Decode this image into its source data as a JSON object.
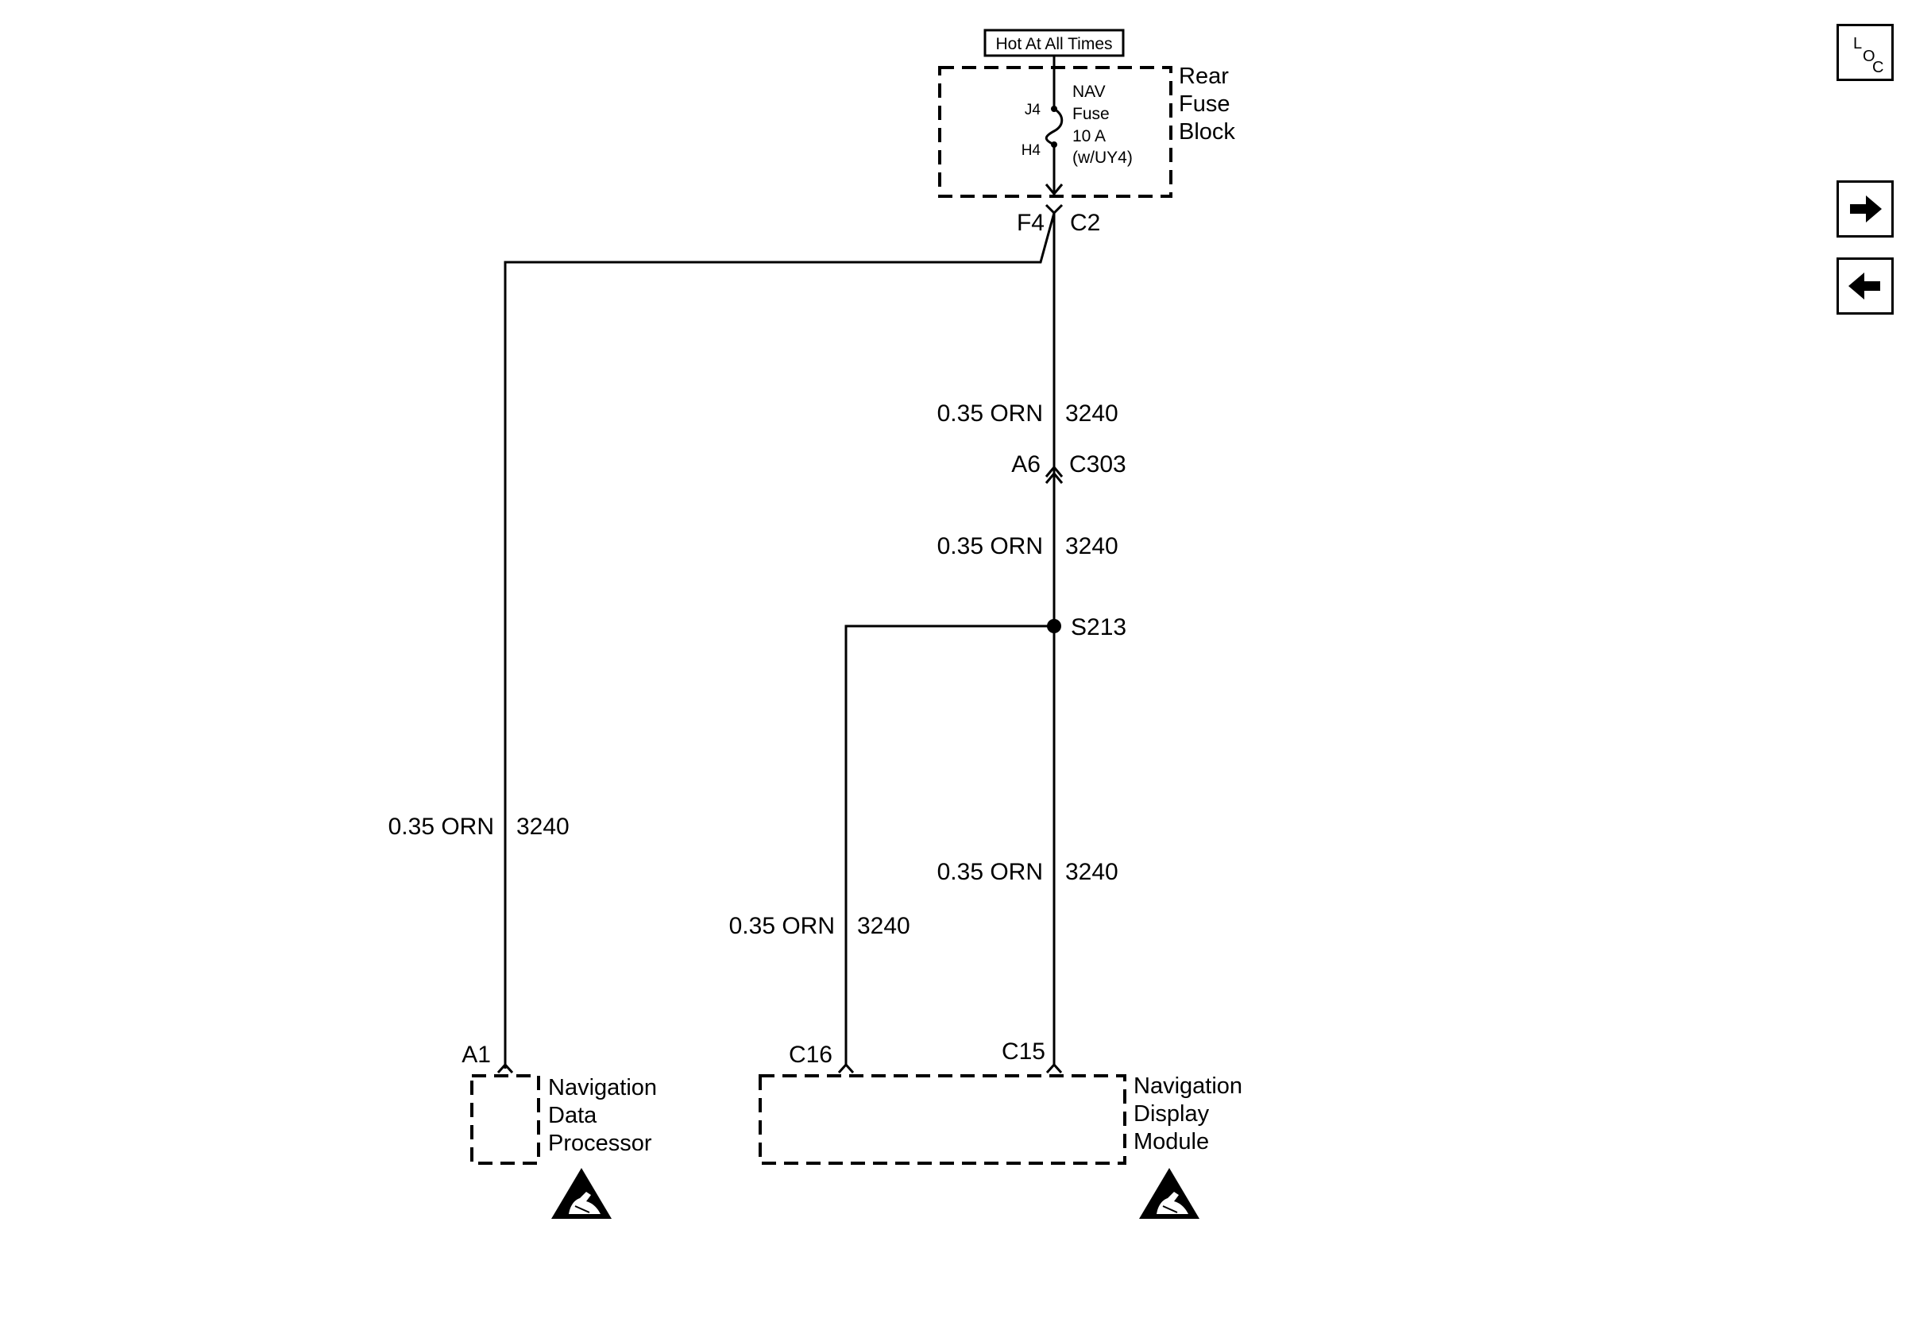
{
  "fuse_block": {
    "hot_label": "Hot At All Times",
    "name": [
      "Rear",
      "Fuse",
      "Block"
    ],
    "fuse_text": [
      "NAV",
      "Fuse",
      "10 A",
      "(w/UY4)"
    ],
    "pin_top": "J4",
    "pin_bottom": "H4"
  },
  "connectors": {
    "c2_left": "F4",
    "c2_right": "C2",
    "c303_left": "A6",
    "c303_right": "C303",
    "splice": "S213",
    "ndp_pin": "A1",
    "ndm_pin_left": "C16",
    "ndm_pin_right": "C15"
  },
  "wires": [
    {
      "id": "upper",
      "gauge_color": "0.35 ORN",
      "circuit": "3240"
    },
    {
      "id": "mid",
      "gauge_color": "0.35 ORN",
      "circuit": "3240"
    },
    {
      "id": "ndp",
      "gauge_color": "0.35 ORN",
      "circuit": "3240"
    },
    {
      "id": "ndm-right",
      "gauge_color": "0.35 ORN",
      "circuit": "3240"
    },
    {
      "id": "ndm-left",
      "gauge_color": "0.35 ORN",
      "circuit": "3240"
    }
  ],
  "components": {
    "ndp_name": [
      "Navigation",
      "Data",
      "Processor"
    ],
    "ndm_name": [
      "Navigation",
      "Display",
      "Module"
    ]
  },
  "toolbar": {
    "loc_letters": [
      "L",
      "O",
      "C"
    ],
    "next_icon": "arrow-right-icon",
    "prev_icon": "arrow-left-icon"
  }
}
